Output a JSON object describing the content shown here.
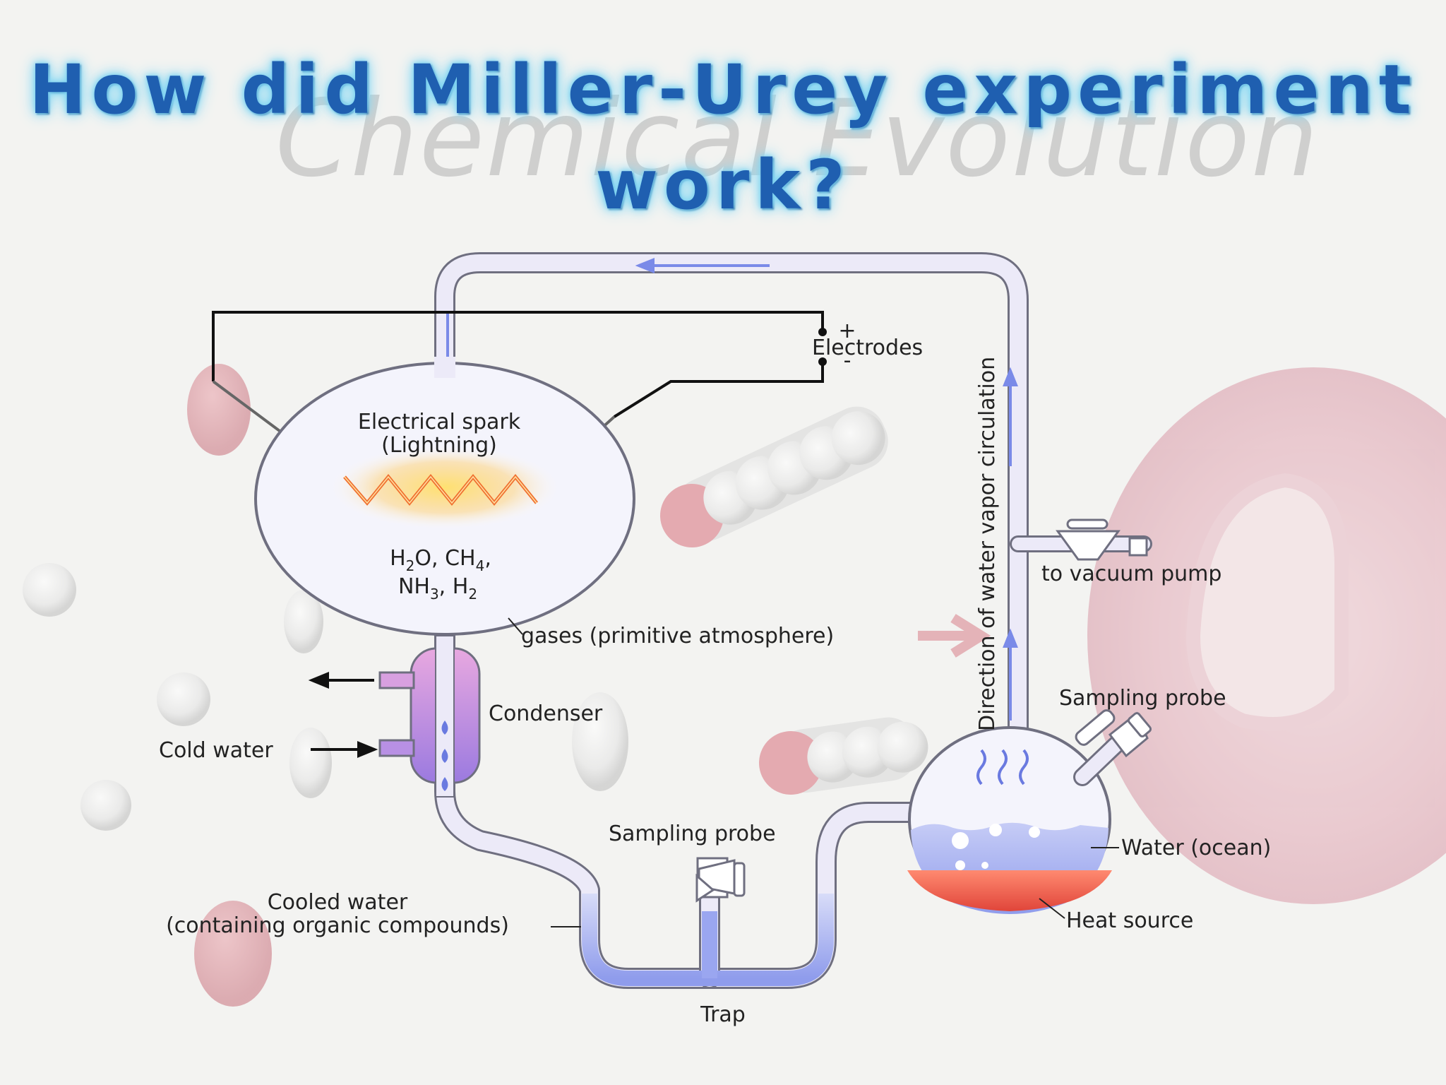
{
  "title": "How did Miller-Urey experiment work?",
  "watermark": "Chemical Evolution",
  "labels": {
    "electrical_spark_line1": "Electrical spark",
    "electrical_spark_line2": "(Lightning)",
    "electrodes": "Electrodes",
    "plus_sign": "+",
    "minus_sign": "-",
    "gases_line1_a": "H",
    "gases_line1_b": "2",
    "gases_line1_c": "O,  CH",
    "gases_line1_d": "4",
    "gases_line1_e": ",",
    "gases_line2_a": "NH",
    "gases_line2_b": "3",
    "gases_line2_c": ", H",
    "gases_line2_d": "2",
    "gases_primitive": "gases (primitive atmosphere)",
    "condenser": "Condenser",
    "cold_water": "Cold water",
    "direction": "Direction of water vapor circulation",
    "vacuum_pump": "to vacuum pump",
    "sampling_probe_right": "Sampling probe",
    "sampling_probe_center": "Sampling probe",
    "water_ocean": "Water (ocean)",
    "heat_source": "Heat source",
    "cooled_water_line1": "Cooled water",
    "cooled_water_line2": "(containing organic compounds)",
    "trap": "Trap"
  },
  "colors": {
    "title_text": "#1f5fb0",
    "title_glow": "#7fd4f2",
    "tube_fill": "#eceaf8",
    "tube_outline": "#6f6f80",
    "liquid": "#9aa6f0",
    "flow_arrow": "#7a8ae8",
    "spark": "#f07030",
    "heat_source": "#f06050",
    "condenser": "#b080e0"
  }
}
